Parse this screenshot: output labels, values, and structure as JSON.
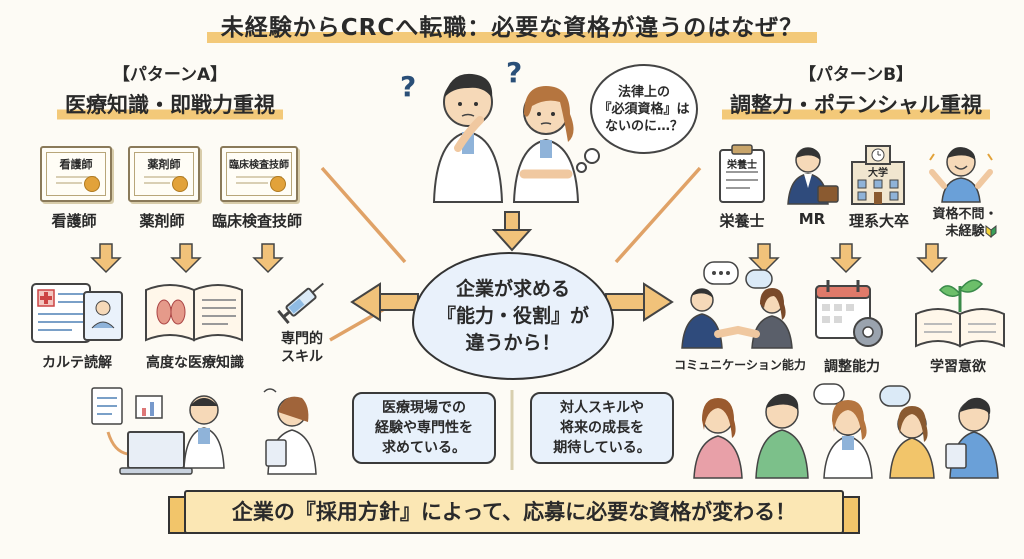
{
  "title": "未経験からCRCへ転職：必要な資格が違うのはなぜ？",
  "pattern_a": {
    "tag": "【パターンA】",
    "name": "医療知識・即戦力重視",
    "certs": [
      {
        "text": "看護師",
        "label": "看護師"
      },
      {
        "text": "薬剤師",
        "label": "薬剤師"
      },
      {
        "text": "臨床検査技師",
        "label": "臨床検査技師"
      }
    ],
    "skills": [
      "カルテ読解",
      "高度な医療知識",
      "専門的\nスキル"
    ],
    "note": "医療現場での\n経験や専門性を\n求めている。"
  },
  "pattern_b": {
    "tag": "【パターンB】",
    "name": "調整力・ポテンシャル重視",
    "roles": [
      {
        "badge": "栄養士",
        "label": "栄養士"
      },
      {
        "label": "MR"
      },
      {
        "badge": "大学",
        "label": "理系大卒"
      },
      {
        "label": "資格不問・\n未経験"
      }
    ],
    "skills": [
      "コミュニケーション能力",
      "調整能力",
      "学習意欲"
    ],
    "note": "対人スキルや\n将来の成長を\n期待している。"
  },
  "center": {
    "thought": "法律上の\n『必須資格』は\nないのに…？",
    "cloud": "企業が求める\n『能力・役割』が\n違うから！",
    "qmarks": [
      "?",
      "?"
    ]
  },
  "banner": "企業の『採用方針』によって、応募に必要な資格が変わる！"
}
